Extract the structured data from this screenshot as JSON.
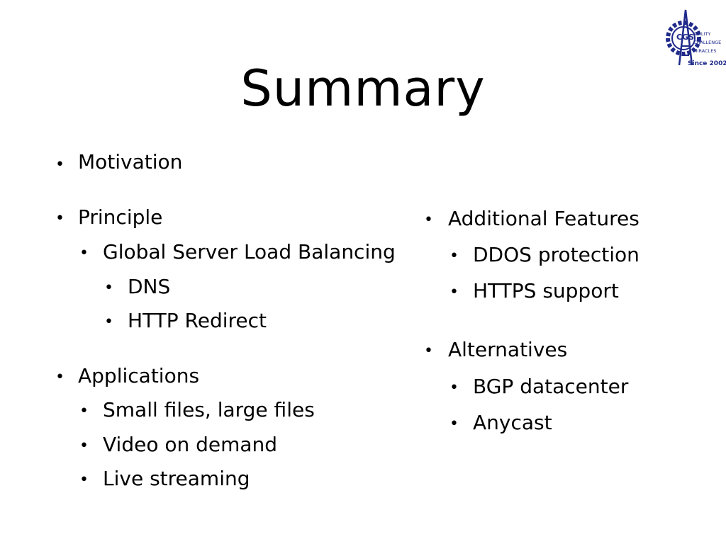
{
  "slide": {
    "title": "Summary",
    "logo": {
      "icon": "cgs-logo-icon",
      "letters": "CGS",
      "line1": "ABILITY",
      "line2": "CHALLENGE",
      "line3": "MIRACLES",
      "since": "Since 2002",
      "color": "#1f2a8a"
    },
    "left_column": {
      "motivation": "Motivation",
      "principle": "Principle",
      "gslb": "Global Server Load Balancing",
      "dns": "DNS",
      "http_redirect": "HTTP Redirect",
      "applications": "Applications",
      "small_large_files": "Small files, large files",
      "vod": "Video on demand",
      "live": "Live streaming"
    },
    "right_column": {
      "additional_features": "Additional Features",
      "ddos": "DDOS protection",
      "https": "HTTPS support",
      "alternatives": "Alternatives",
      "bgp": "BGP datacenter",
      "anycast": "Anycast"
    },
    "bullet_glyph": "•"
  }
}
